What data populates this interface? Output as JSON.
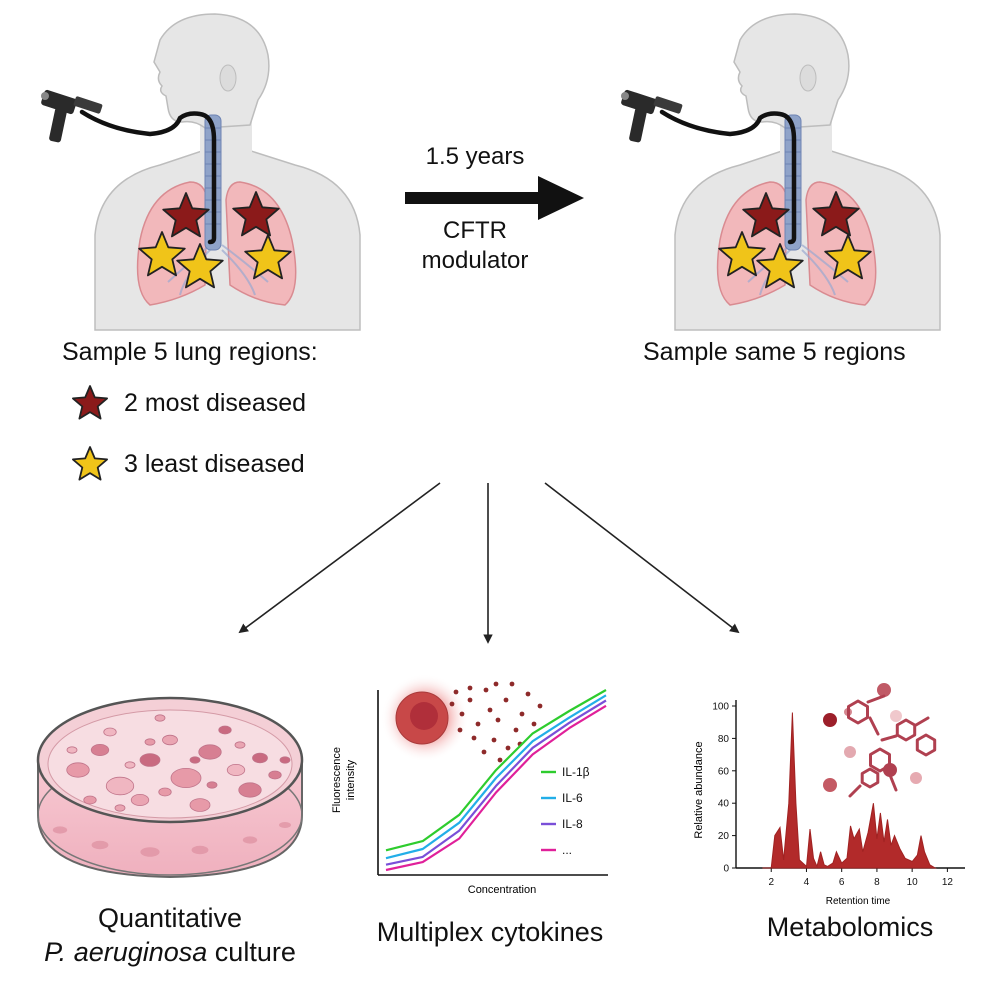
{
  "top": {
    "arrow_label_top": "1.5 years",
    "arrow_label_bottom_line1": "CFTR",
    "arrow_label_bottom_line2": "modulator",
    "left_caption": "Sample 5 lung regions:",
    "right_caption": "Sample same 5 regions",
    "legend": [
      {
        "label": "2 most diseased",
        "color": "#8b1a1a"
      },
      {
        "label": "3 least diseased",
        "color": "#f0c419"
      }
    ]
  },
  "outputs": {
    "culture": {
      "line1": "Quantitative",
      "line2_italic": "P. aeruginosa",
      "line2_rest": " culture"
    },
    "cytokines": {
      "label": "Multiplex cytokines"
    },
    "metabolomics": {
      "label": "Metabolomics"
    }
  },
  "colors": {
    "most_diseased": "#8b1a1a",
    "least_diseased": "#f0c419",
    "lung": "#f2b8bb",
    "body": "#e6e6e6",
    "trachea": "#8fa3c9",
    "peak": "#b22a2a"
  },
  "chart_data": [
    {
      "type": "line",
      "xlabel": "Concentration",
      "ylabel": "Fluorescence intensity",
      "grid": false,
      "legend_position": "right",
      "x": [
        0,
        1,
        2,
        3,
        4,
        5,
        6
      ],
      "series": [
        {
          "name": "IL-1β",
          "color": "#2ecc2e",
          "values": [
            1.5,
            2.2,
            4.2,
            7.6,
            10.4,
            12.1,
            13.7
          ]
        },
        {
          "name": "IL-6",
          "color": "#22aee8",
          "values": [
            0.9,
            1.6,
            3.6,
            7.0,
            9.8,
            11.6,
            13.3
          ]
        },
        {
          "name": "IL-8",
          "color": "#7a4fd8",
          "values": [
            0.4,
            1.0,
            3.0,
            6.4,
            9.3,
            11.2,
            12.9
          ]
        },
        {
          "name": "...",
          "color": "#e0209a",
          "values": [
            0.0,
            0.6,
            2.4,
            5.9,
            8.8,
            10.8,
            12.5
          ]
        }
      ]
    },
    {
      "type": "area",
      "xlabel": "Retention time",
      "ylabel": "Relative abundance",
      "xlim": [
        0,
        13
      ],
      "ylim": [
        0,
        100
      ],
      "xticks": [
        2,
        4,
        6,
        8,
        10,
        12
      ],
      "yticks": [
        0,
        20,
        40,
        60,
        80,
        100
      ],
      "x": [
        1.5,
        2.0,
        2.2,
        2.5,
        2.7,
        3.0,
        3.2,
        3.4,
        3.6,
        3.8,
        4.0,
        4.2,
        4.4,
        4.6,
        4.8,
        5.0,
        5.2,
        5.5,
        5.7,
        6.0,
        6.3,
        6.5,
        6.7,
        7.0,
        7.2,
        7.5,
        7.8,
        8.0,
        8.2,
        8.4,
        8.6,
        8.8,
        9.0,
        9.3,
        9.6,
        10.0,
        10.3,
        10.5,
        10.7,
        11.0,
        11.3
      ],
      "values": [
        0,
        0,
        20,
        25,
        5,
        40,
        96,
        40,
        5,
        3,
        1,
        24,
        6,
        1,
        10,
        2,
        1,
        3,
        10,
        3,
        6,
        26,
        18,
        24,
        10,
        22,
        40,
        18,
        34,
        16,
        30,
        14,
        20,
        12,
        6,
        4,
        8,
        20,
        10,
        2,
        0
      ]
    }
  ]
}
